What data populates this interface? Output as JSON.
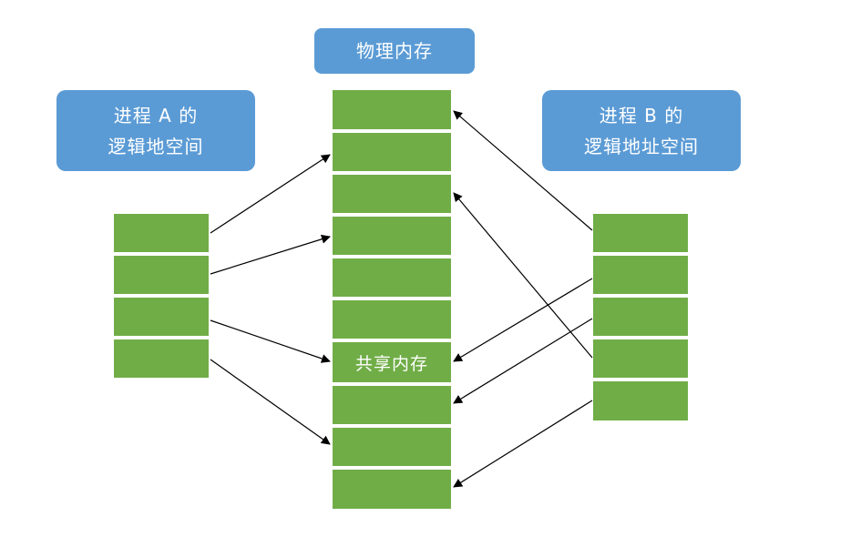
{
  "physical_memory": {
    "title": "物理内存",
    "blocks": [
      "",
      "",
      "",
      "",
      "",
      "",
      "共享内存",
      "",
      "",
      ""
    ]
  },
  "process_a": {
    "title_line1": "进程 A 的",
    "title_line2": "逻辑地空间",
    "blocks": [
      "",
      "",
      "",
      ""
    ]
  },
  "process_b": {
    "title_line1": "进程 B 的",
    "title_line2": "逻辑地址空间",
    "blocks": [
      "",
      "",
      "",
      "",
      ""
    ]
  },
  "mappings": {
    "process_a_to_physical": [
      [
        0,
        1
      ],
      [
        1,
        3
      ],
      [
        2,
        6
      ],
      [
        3,
        8
      ]
    ],
    "process_b_to_physical": [
      [
        0,
        0
      ],
      [
        3,
        2
      ],
      [
        1,
        6
      ],
      [
        2,
        7
      ],
      [
        4,
        9
      ]
    ]
  },
  "colors": {
    "label_box": "#5b9bd5",
    "block": "#70ad47",
    "arrow": "#000000",
    "background": "#ffffff"
  }
}
